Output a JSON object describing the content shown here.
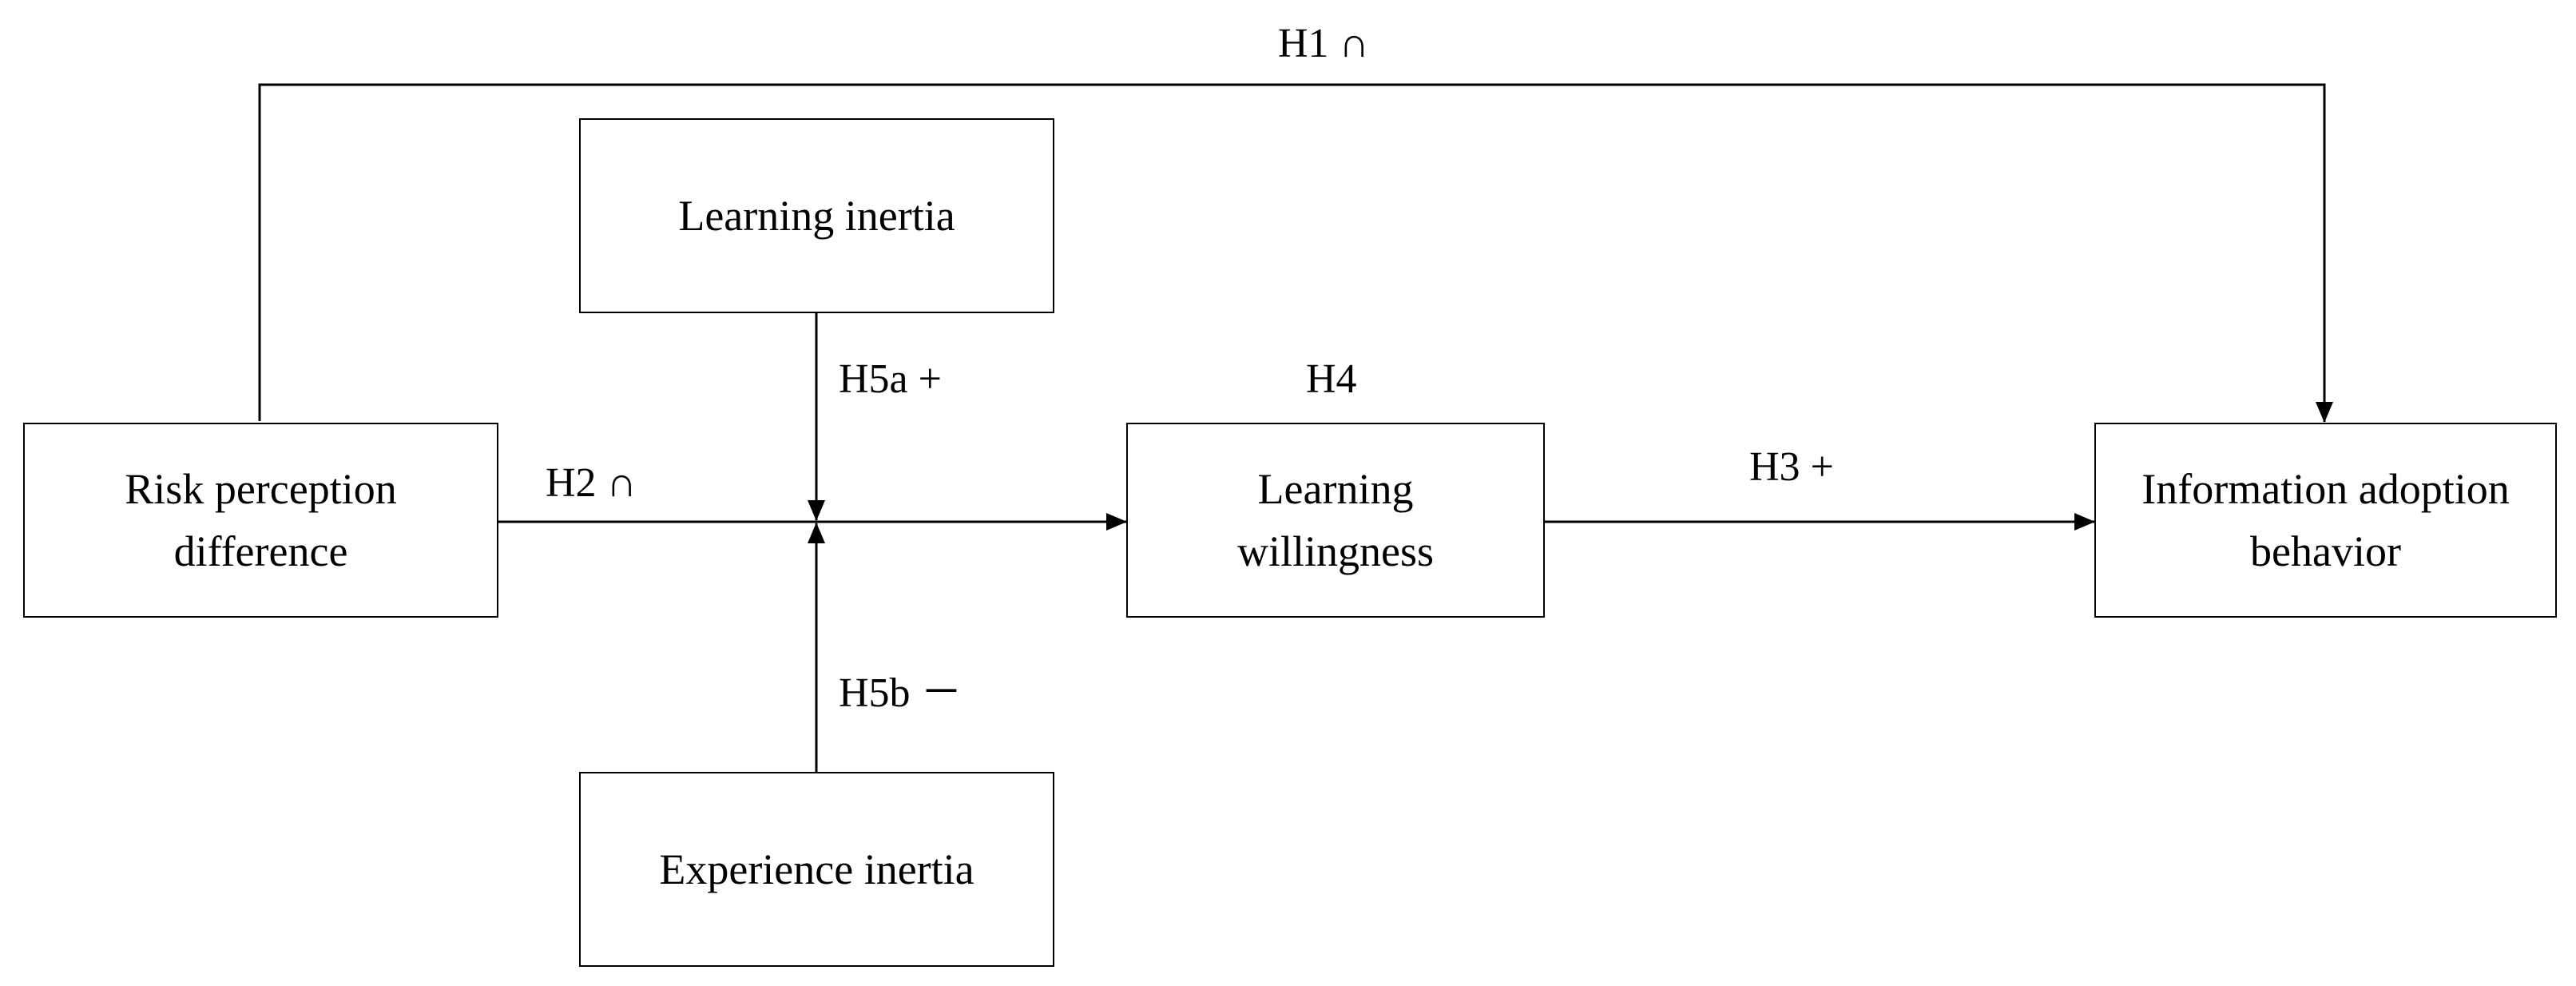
{
  "nodes": {
    "risk": {
      "line1": "Risk perception",
      "line2": "difference"
    },
    "learning_inertia": {
      "line1": "Learning inertia"
    },
    "learning_willingness": {
      "line1": "Learning",
      "line2": "willingness"
    },
    "info_adoption": {
      "line1": "Information adoption",
      "line2": "behavior"
    },
    "experience_inertia": {
      "line1": "Experience inertia"
    }
  },
  "hypotheses": {
    "h1": "H1 ∩",
    "h2": "H2 ∩",
    "h3": "H3 +",
    "h4": "H4",
    "h5a": "H5a +",
    "h5b": "H5b －"
  },
  "colors": {
    "line": "#000000",
    "background": "#ffffff"
  }
}
